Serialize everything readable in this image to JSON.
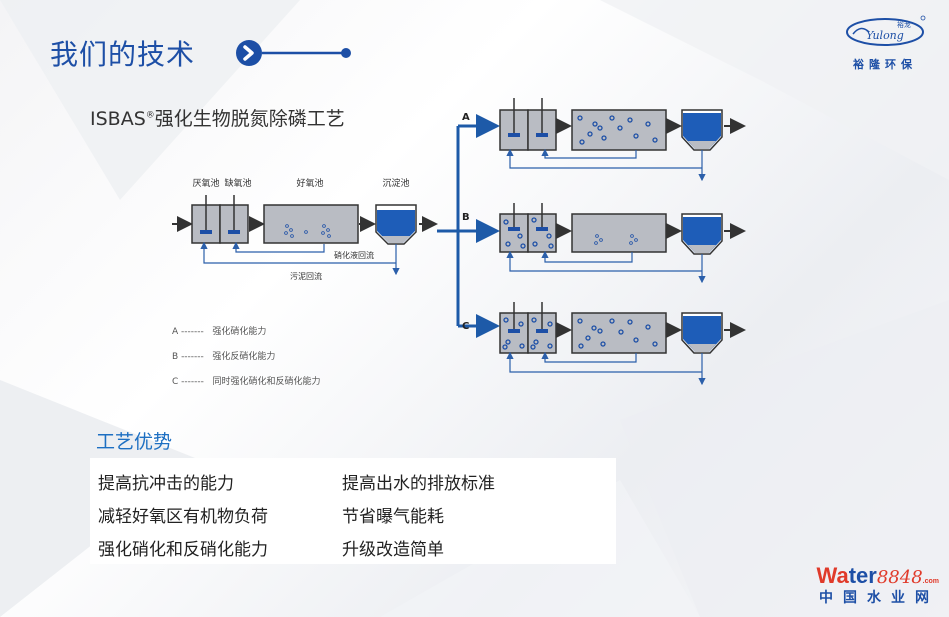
{
  "title": "我们的技术",
  "logo": {
    "brand_text": "裕隆环保",
    "mark_cn": "裕龙",
    "mark_en": "Yulong"
  },
  "subtitle": {
    "prefix": "ISBAS",
    "reg": "®",
    "rest": "强化生物脱氮除磷工艺"
  },
  "diagram": {
    "labels": {
      "anaerobic": "厌氧池",
      "anoxic": "缺氧池",
      "aerobic": "好氧池",
      "clarifier": "沉淀池",
      "nitrate_return": "硝化液回流",
      "sludge_return": "污泥回流"
    },
    "branches": [
      "A",
      "B",
      "C"
    ]
  },
  "legend": [
    {
      "key": "A",
      "text": "强化硝化能力"
    },
    {
      "key": "B",
      "text": "强化反硝化能力"
    },
    {
      "key": "C",
      "text": "同时强化硝化和反硝化能力"
    }
  ],
  "legend_dash": "-------",
  "advantages_title": "工艺优势",
  "advantages": [
    "提高抗冲击的能力",
    "提高出水的排放标准",
    "减轻好氧区有机物负荷",
    "节省曝气能耗",
    "强化硝化和反硝化能力",
    "升级改造简单"
  ],
  "footer": {
    "brand_w": "Wa",
    "brand_rest": "ter",
    "brand_num": "8848",
    "brand_com": ".com",
    "brand_cn": "中国水业网"
  },
  "colors": {
    "primary": "#1d4fa6",
    "accent": "#1d6fc2",
    "tank_gray": "#b9bcc3",
    "water_blue": "#1e5db8"
  }
}
